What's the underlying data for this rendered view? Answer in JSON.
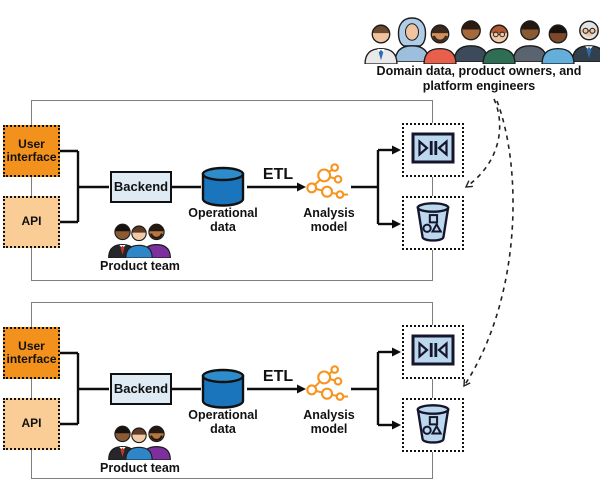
{
  "stakeholders": {
    "caption_line1": "Domain data, product owners, and",
    "caption_line2": "platform engineers",
    "people": [
      {
        "name": "man-light-skin-blue-tie",
        "skin": "#F0C49E",
        "hair": "#6B4A2F",
        "shirt": "#E9E9E9",
        "tie": "#2E6DB4",
        "row": "front"
      },
      {
        "name": "woman-light-blue-hijab",
        "skin": "#F0C49E",
        "hijab": "#AFCDE6",
        "shirt": "#9DBEDC",
        "row": "back"
      },
      {
        "name": "man-beard-coral-shirt",
        "skin": "#D1905C",
        "hair": "#3A2A1E",
        "shirt": "#E8604C",
        "beard": true,
        "row": "front"
      },
      {
        "name": "woman-dark-skin-dark-top",
        "skin": "#A5693B",
        "hair": "#2A1A10",
        "shirt": "#3C4A5A",
        "row": "back"
      },
      {
        "name": "woman-glasses-auburn-hair",
        "skin": "#F2C9A6",
        "hair": "#B05A33",
        "shirt": "#2F6E55",
        "glasses": true,
        "row": "front"
      },
      {
        "name": "woman-brown-skin-gray-top",
        "skin": "#8A5A33",
        "hair": "#241810",
        "shirt": "#5A6470",
        "row": "back"
      },
      {
        "name": "person-dark-skin-blue-shirt",
        "skin": "#7C4A2A",
        "hair": "#17120E",
        "shirt": "#64AEDC",
        "row": "front"
      },
      {
        "name": "older-man-white-hair-suit",
        "skin": "#F0C49E",
        "hair": "#E2E2E2",
        "shirt": "#32404E",
        "beard": true,
        "beard_color": "#E2E2E2",
        "glasses": true,
        "tie": "#2E6DB4",
        "row": "back"
      }
    ]
  },
  "rows": [
    {
      "ui_label": "User interface",
      "api_label": "API",
      "backend_label": "Backend",
      "operational_data_label": "Operational data",
      "etl_label": "ETL",
      "analysis_model_label": "Analysis model",
      "product_team_label": "Product team",
      "product_team_people": [
        {
          "name": "man-dark-suit-red-tie",
          "skin": "#8A5A33",
          "hair": "#17120E",
          "shirt": "#26262B",
          "tie": "#C03A2B",
          "row": "back"
        },
        {
          "name": "woman-blue-top",
          "skin": "#F2C9A6",
          "hair": "#5C3A26",
          "shirt": "#2E86C8",
          "row": "front"
        },
        {
          "name": "man-beard-purple-shirt",
          "skin": "#B5773F",
          "hair": "#241810",
          "shirt": "#7D2F9E",
          "beard": true,
          "row": "back"
        }
      ]
    },
    {
      "ui_label": "User interface",
      "api_label": "API",
      "backend_label": "Backend",
      "operational_data_label": "Operational data",
      "etl_label": "ETL",
      "analysis_model_label": "Analysis model",
      "product_team_label": "Product team",
      "product_team_people": [
        {
          "name": "man-dark-suit-red-tie",
          "skin": "#8A5A33",
          "hair": "#17120E",
          "shirt": "#26262B",
          "tie": "#C03A2B",
          "row": "back"
        },
        {
          "name": "woman-blue-top",
          "skin": "#F2C9A6",
          "hair": "#5C3A26",
          "shirt": "#2E86C8",
          "row": "front"
        },
        {
          "name": "man-beard-purple-shirt",
          "skin": "#B5773F",
          "hair": "#241810",
          "shirt": "#7D2F9E",
          "beard": true,
          "row": "back"
        }
      ]
    }
  ],
  "colors": {
    "ui_box": "#F2911C",
    "api_box": "#FACD96",
    "backend_box": "#DEEAF4",
    "cylinder_top": "#2F8CCB",
    "cylinder_body": "#1B75BC",
    "analysis_orange": "#F7941E",
    "icon_fill": "#BCD8EE",
    "icon_stroke": "#15152C",
    "outer_border": "#7f7f7f",
    "connector": "#0d0d0d"
  },
  "icons": {
    "pipeline_output": "play-pause-screen-icon",
    "data_bucket": "bucket-with-shapes-icon",
    "analysis": "network-graph-icon",
    "operational_data": "database-cylinder-icon"
  }
}
